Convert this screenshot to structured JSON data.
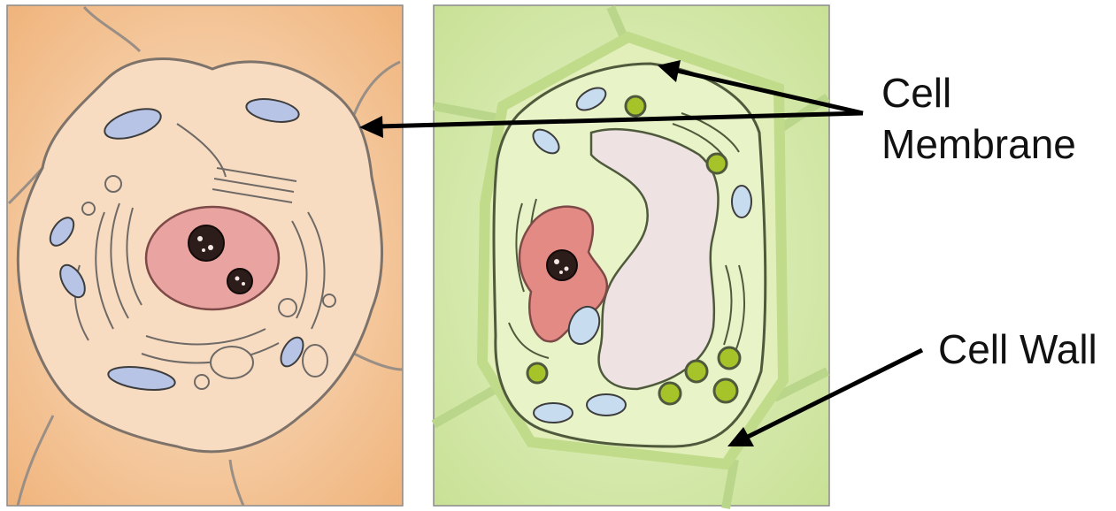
{
  "labels": {
    "cell_membrane_line1": "Cell",
    "cell_membrane_line2": "Membrane",
    "cell_wall": "Cell Wall"
  },
  "colors": {
    "animal_background": "#f5c89c",
    "animal_cytoplasm": "#f8dcc2",
    "animal_nucleus": "#e9a3a0",
    "plant_background": "#d7eab0",
    "plant_cytoplasm": "#e8f3c8",
    "plant_vacuole": "#efe2e3",
    "plant_nucleus": "#e48a84",
    "chloroplast": "#a6c42a",
    "mitochondria": "#b8c4e6",
    "arrow": "#000000"
  }
}
